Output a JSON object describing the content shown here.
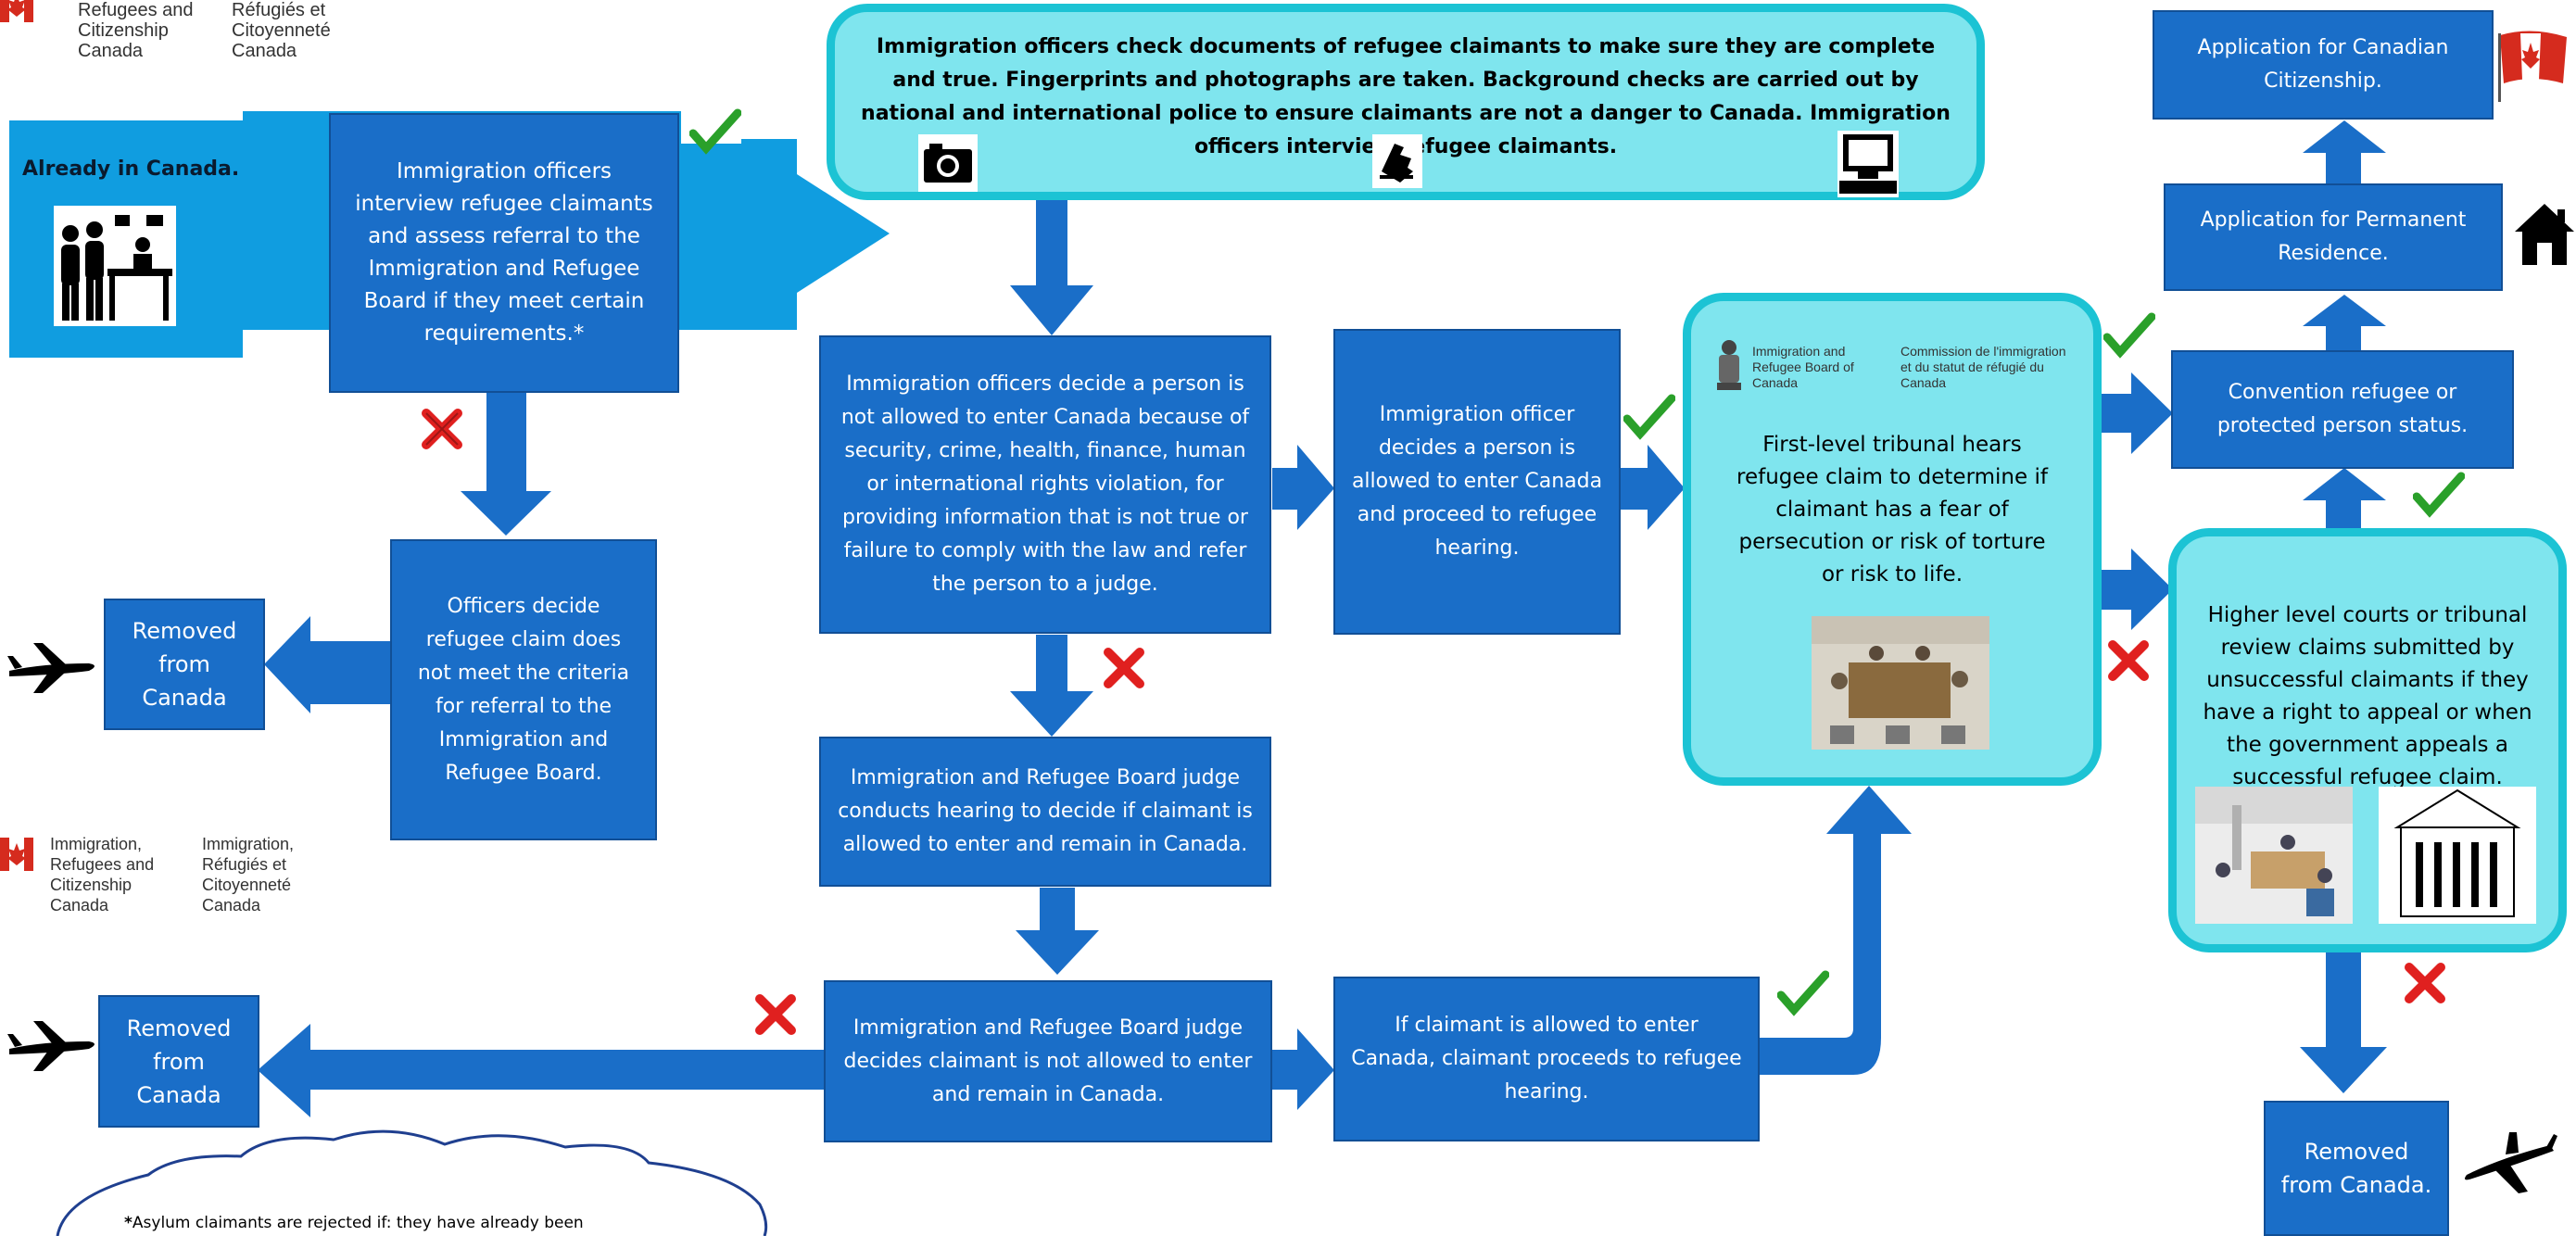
{
  "colors": {
    "blue": "#1a6ec8",
    "light_blue": "#109de0",
    "teal_fill": "#7fe5ee",
    "teal_border": "#1cc3d4",
    "check": "#2aa02a",
    "cross": "#e0201f"
  },
  "logo": {
    "en": "Immigration, Refugees and Citizenship Canada",
    "fr": "Immigration, Réfugiés et Citoyenneté Canada"
  },
  "irb_logo": {
    "en": "Immigration and Refugee Board of Canada",
    "fr": "Commission de l'immigration et du statut de réfugié du Canada"
  },
  "start": {
    "label": "Already in Canada."
  },
  "boxes": {
    "interview": "Immigration officers interview refugee claimants and assess referral to the Immigration and Refugee Board if they meet certain requirements.*",
    "documents": "Immigration officers check documents of refugee claimants to make sure they are complete and true. Fingerprints and photographs are taken. Background checks are carried out by national and international police to ensure claimants are not a danger to Canada. Immigration officers interview refugee claimants.",
    "not_meet": "Officers decide refugee claim does not meet the criteria for referral to the Immigration and Refugee Board.",
    "removed_1": "Removed from Canada",
    "not_allowed": "Immigration officers decide a person is not allowed to enter Canada because of security, crime, health, finance, human or international rights violation, for providing information that is not true or failure to comply with the law and refer the person to a judge.",
    "allowed": "Immigration officer decides a person is allowed to enter Canada and proceed to refugee hearing.",
    "first_level": "First-level tribunal hears refugee claim to determine if claimant has a fear of persecution or risk of torture or risk to life.",
    "judge_hearing": "Immigration and Refugee Board judge conducts hearing to decide if claimant is allowed to enter and remain in Canada.",
    "judge_decides": "Immigration and Refugee Board judge decides claimant is not allowed to enter and remain in Canada.",
    "if_allowed": "If claimant is allowed to enter Canada, claimant proceeds to refugee hearing.",
    "removed_2": "Removed from Canada",
    "convention": "Convention refugee or protected person status.",
    "permanent": "Application for Permanent Residence.",
    "citizenship": "Application for Canadian Citizenship.",
    "higher_courts": "Higher level courts or tribunal review claims submitted by unsuccessful claimants if they have a right to appeal or when the government appeals a successful refugee claim.",
    "removed_3": "Removed from Canada."
  },
  "note": {
    "star": "*",
    "text": "Asylum claimants are rejected if: they have already been"
  },
  "icons": [
    "canada-flag-icon",
    "reception-desk-icon",
    "camera-icon",
    "fingerprint-icon",
    "computer-icon",
    "airplane-icon",
    "checkmark-icon",
    "cross-icon",
    "house-icon",
    "courtroom-image",
    "courthouse-building-image",
    "tribunal-room-image"
  ]
}
